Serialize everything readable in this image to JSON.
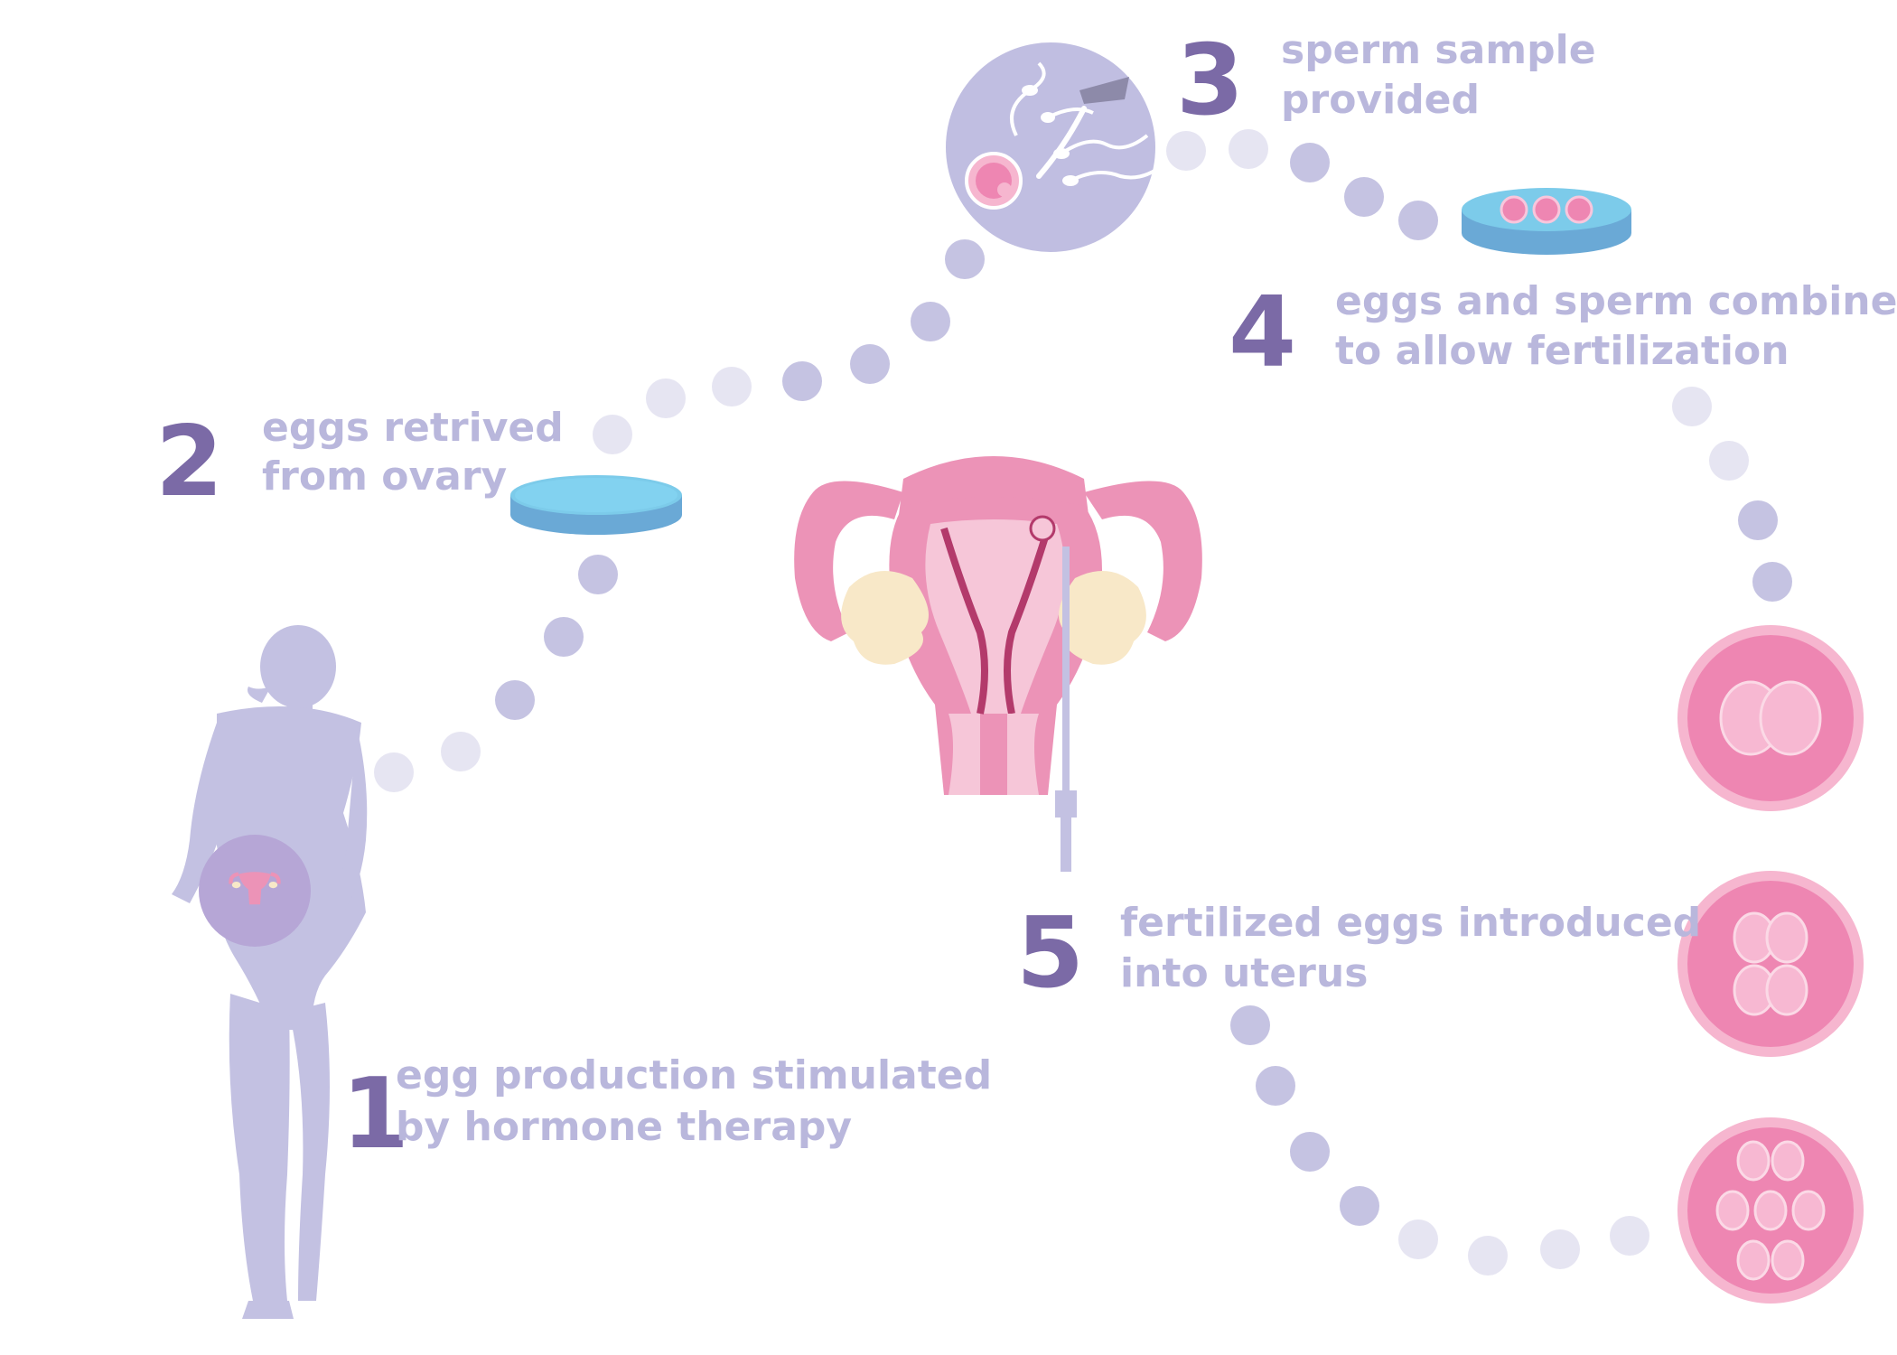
{
  "steps": [
    {
      "number": "1",
      "line1": "egg production stimulated",
      "line2": "by hormone therapy"
    },
    {
      "number": "2",
      "line1": "eggs retrived",
      "line2": "from ovary"
    },
    {
      "number": "3",
      "line1": "sperm sample",
      "line2": "provided"
    },
    {
      "number": "4",
      "line1": "eggs and sperm combined",
      "line2": "to allow fertilization"
    },
    {
      "number": "5",
      "line1": "fertilized eggs introduced",
      "line2": "into uterus"
    }
  ],
  "colors": {
    "number": "#7b6aa6",
    "text": "#b9b7dc",
    "silhouette": "#c3c1e2",
    "dot_light": "#e6e5f2",
    "dot_dark": "#c5c3e2",
    "dish_top": "#7ccbea",
    "dish_side": "#6aa9d6",
    "uterus_pink": "#ec93b7",
    "uterus_light": "#f6c6d8",
    "ovary": "#f8e8c8",
    "embryo_outer": "#f6b6cf",
    "embryo_inner": "#ee86b2",
    "cell": "#f7b8d2"
  },
  "icons": [
    "woman-silhouette",
    "petri-dish-icon",
    "sperm-egg-icon",
    "petri-dish-eggs-icon",
    "uterus-icon",
    "embryo-2cell-icon",
    "embryo-4cell-icon",
    "embryo-8cell-icon"
  ]
}
